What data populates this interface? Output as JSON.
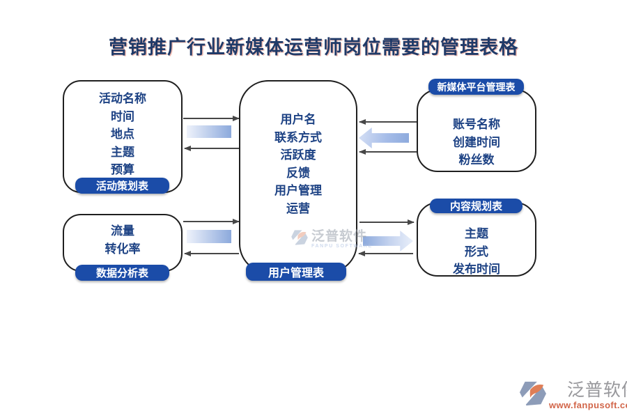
{
  "title": "营销推广行业新媒体运营师岗位需要的管理表格",
  "boxes": {
    "activity": {
      "badge": "活动策划表",
      "items": [
        "活动名称",
        "时间",
        "地点",
        "主题",
        "预算"
      ]
    },
    "data_analysis": {
      "badge": "数据分析表",
      "items": [
        "流量",
        "转化率"
      ]
    },
    "user_mgmt": {
      "badge": "用户管理表",
      "items": [
        "用户名",
        "联系方式",
        "活跃度",
        "反馈",
        "用户管理",
        "运营"
      ]
    },
    "platform": {
      "badge": "新媒体平台管理表",
      "items": [
        "账号名称",
        "创建时间",
        "粉丝数"
      ]
    },
    "content_plan": {
      "badge": "内容规划表",
      "items": [
        "主题",
        "形式",
        "发布时间"
      ]
    }
  },
  "connectors": [
    {
      "pair": "活动策划表-用户管理表",
      "top_arrow": "right",
      "bottom_arrow": "left",
      "middle": "gradient-bar"
    },
    {
      "pair": "数据分析表-用户管理表",
      "top_arrow": "right",
      "bottom_arrow": "left",
      "middle": "gradient-bar"
    },
    {
      "pair": "新媒体平台管理表-用户管理表",
      "top_arrow": "left",
      "bottom_arrow": "left",
      "middle": "block-arrow-left"
    },
    {
      "pair": "用户管理表-内容规划表",
      "top_arrow": "right",
      "bottom_arrow": "left",
      "middle": "block-arrow-right"
    }
  ],
  "watermark_center": {
    "brand": "泛普软件",
    "brand_en": "FANPU SOFTWARE"
  },
  "footer": {
    "brand": "泛普软件",
    "url": "www.fanpusoft.com"
  },
  "colors": {
    "title_text": "#203A68",
    "box_text": "#1D4284",
    "badge_bg": "#1B4CA8",
    "badge_text": "#FFFFFF",
    "box_border": "#1F1F1F",
    "arrow_line": "#474747",
    "gradient_light": "#EEF2FB",
    "gradient_dark": "#8CA9DC",
    "logo_gray": "#8D9CB8",
    "logo_orange": "#DF7E57",
    "footer_brand_text": "#97979B",
    "footer_url_text": "#D2664A"
  }
}
